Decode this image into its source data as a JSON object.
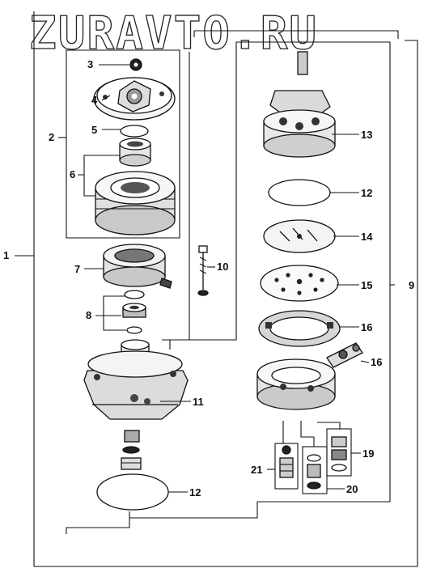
{
  "watermark": "ZURAVTO.RU",
  "labels": {
    "l1": "1",
    "l2": "2",
    "l3": "3",
    "l4": "4",
    "l5": "5",
    "l6": "6",
    "l7": "7",
    "l8": "8",
    "l9": "9",
    "l10": "10",
    "l11": "11",
    "l12a": "12",
    "l12b": "12",
    "l13": "13",
    "l14": "14",
    "l15": "15",
    "l16a": "16",
    "l16b": "16",
    "l19": "19",
    "l20": "20",
    "l21": "21"
  }
}
